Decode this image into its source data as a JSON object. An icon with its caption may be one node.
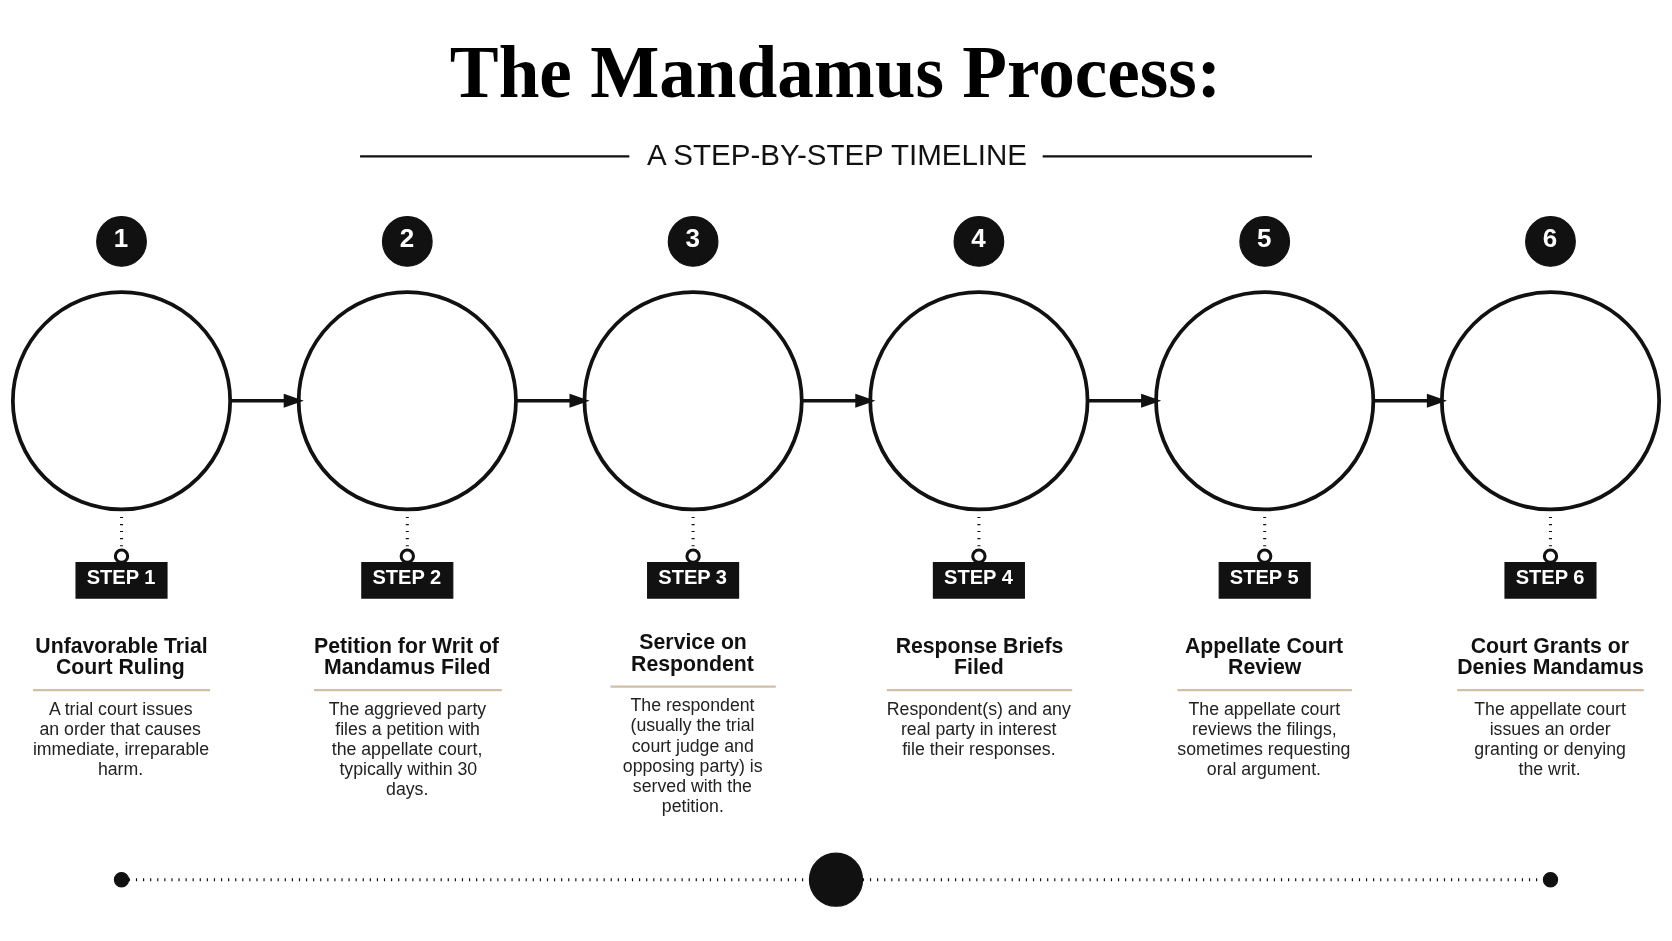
{
  "diagram": {
    "title": "The Mandamus Process:",
    "nodes": [
      {
        "text": [
          "1"
        ]
      },
      {
        "text": [],
        "shape": "circle"
      },
      {
        "text": [
          "STEP 1"
        ],
        "beside": [
          "Unfavorable Trial Court Ruling",
          "A trial court issues an order that causes immediate, irreparable harm."
        ]
      },
      {
        "text": [
          "2"
        ]
      },
      {
        "text": [],
        "shape": "circle"
      },
      {
        "text": [
          "STEP 2"
        ],
        "beside": [
          "Petition for Writ of Mandamus Filed",
          "The aggrieved party files a petition with the appellate court, typically within 30 days."
        ]
      },
      {
        "text": [
          "3"
        ]
      },
      {
        "text": [],
        "shape": "circle"
      },
      {
        "text": [
          "STEP 3"
        ],
        "beside": [
          "Service on Respondent",
          "The respondent (usually the trial court judge and opposing party) is served with the petition."
        ]
      },
      {
        "text": [
          "4"
        ]
      },
      {
        "text": [],
        "shape": "circle"
      },
      {
        "text": [
          "STEP 4"
        ],
        "beside": [
          "Response Briefs Filed",
          "Respondent(s) and any real party in interest file their responses."
        ]
      },
      {
        "text": [
          "5"
        ]
      },
      {
        "text": [],
        "shape": "circle"
      },
      {
        "text": [
          "STEP 5"
        ],
        "beside": [
          "Appellate Court Review",
          "The appellate court reviews the filings, sometimes requesting oral argument."
        ]
      },
      {
        "text": [
          "6"
        ]
      },
      {
        "text": [],
        "shape": "circle"
      },
      {
        "text": [
          "STEP 6"
        ],
        "beside": [
          "Court Grants or Denies Mandamus",
          "The appellate court issues an order granting or denying the writ."
        ]
      },
      {
        "text": [],
        "shape": "circle"
      },
      {
        "text": [],
        "shape": "circle"
      },
      {
        "text": [],
        "shape": "circle"
      }
    ],
    "edges": [
      {
        "from": 1,
        "to": 4,
        "arrow": "to"
      },
      {
        "from": 4,
        "to": 7,
        "arrow": "to"
      },
      {
        "from": 7,
        "to": 10,
        "arrow": "to"
      },
      {
        "from": 10,
        "to": 13,
        "arrow": "to"
      },
      {
        "from": 13,
        "to": 16,
        "arrow": "to"
      },
      {
        "from": 1,
        "to": 2,
        "arrow": "other",
        "style": "dashed"
      },
      {
        "from": 4,
        "to": 5,
        "arrow": "other",
        "style": "dashed"
      },
      {
        "from": 7,
        "to": 8,
        "arrow": "other",
        "style": "dashed"
      },
      {
        "from": 10,
        "to": 11,
        "arrow": "other",
        "style": "dashed"
      },
      {
        "from": 13,
        "to": 14,
        "arrow": "other",
        "style": "dashed"
      },
      {
        "from": 16,
        "to": 17,
        "arrow": "other",
        "style": "dashed"
      },
      {
        "from": 18,
        "to": 19,
        "arrow": "none",
        "style": "dashed"
      },
      {
        "from": 19,
        "to": 20,
        "arrow": "none",
        "style": "dashed"
      }
    ],
    "labels": [
      "A STEP-BY-STEP TIMELINE"
    ]
  }
}
